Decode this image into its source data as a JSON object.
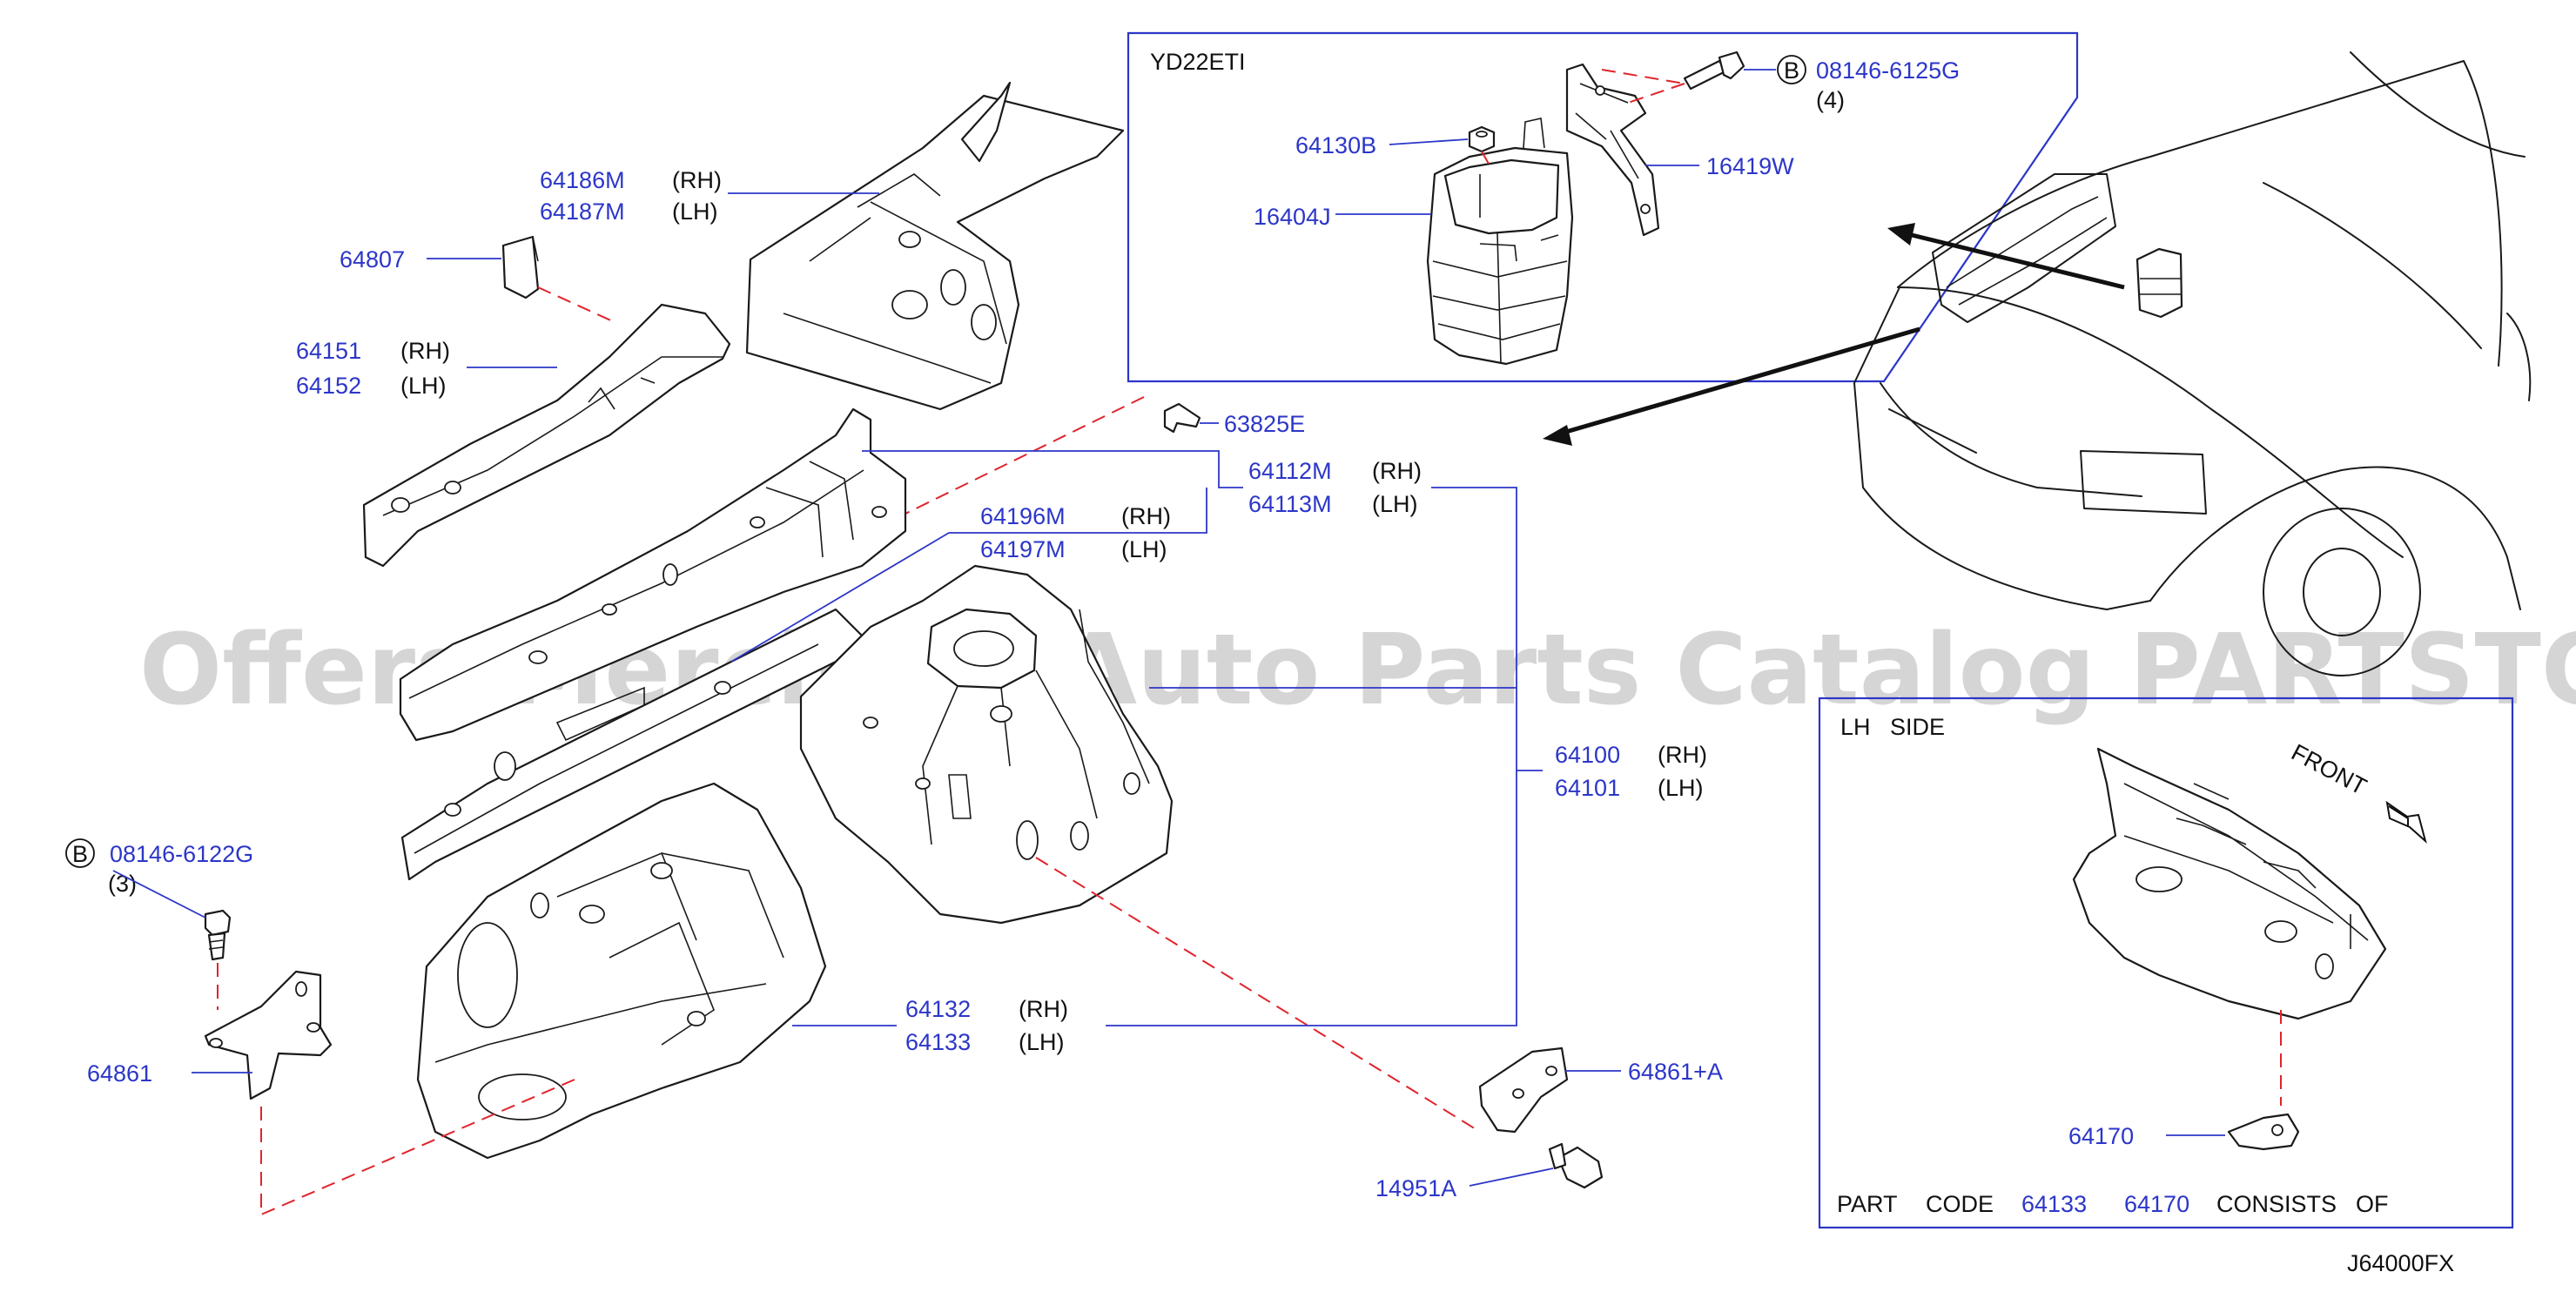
{
  "diagram_code": "J64000FX",
  "watermark": "Offers Merchant Auto Parts Catalog PARTSTORE.SA",
  "engine_box": {
    "title": "YD22ETI",
    "bolt_prefix": "B",
    "bolt_part": "08146-6125G",
    "bolt_qty": "(4)",
    "p_64130B": "64130B",
    "p_16419W": "16419W",
    "p_16404J": "16404J"
  },
  "main": {
    "p_64186M": "64186M",
    "rh1": "(RH)",
    "p_64187M": "64187M",
    "lh1": "(LH)",
    "p_64807": "64807",
    "p_64151": "64151",
    "rh2": "(RH)",
    "p_64152": "64152",
    "lh2": "(LH)",
    "p_63825E": "63825E",
    "p_64112M": "64112M",
    "rh3": "(RH)",
    "p_64113M": "64113M",
    "lh3": "(LH)",
    "p_64196M": "64196M",
    "rh4": "(RH)",
    "p_64197M": "64197M",
    "lh4": "(LH)",
    "p_64100": "64100",
    "rh5": "(RH)",
    "p_64101": "64101",
    "lh5": "(LH)",
    "bolt2_prefix": "B",
    "bolt2_part": "08146-6122G",
    "bolt2_qty": "(3)",
    "p_64861": "64861",
    "p_64132": "64132",
    "rh6": "(RH)",
    "p_64133": "64133",
    "lh6": "(LH)",
    "p_64861A": "64861+A",
    "p_14951A": "14951A"
  },
  "lh_box": {
    "title": "LH   SIDE",
    "front": "FRONT",
    "p_64170": "64170",
    "note_part": "PART",
    "note_code": "CODE",
    "note_64133": "64133",
    "note_64170": "64170",
    "note_consists": "CONSISTS",
    "note_of": "OF"
  },
  "colors": {
    "part_number": "#2c36c8",
    "leader_line": "#2c36c8",
    "dashed_link": "#e0242c",
    "outline": "#1a1a1a"
  }
}
